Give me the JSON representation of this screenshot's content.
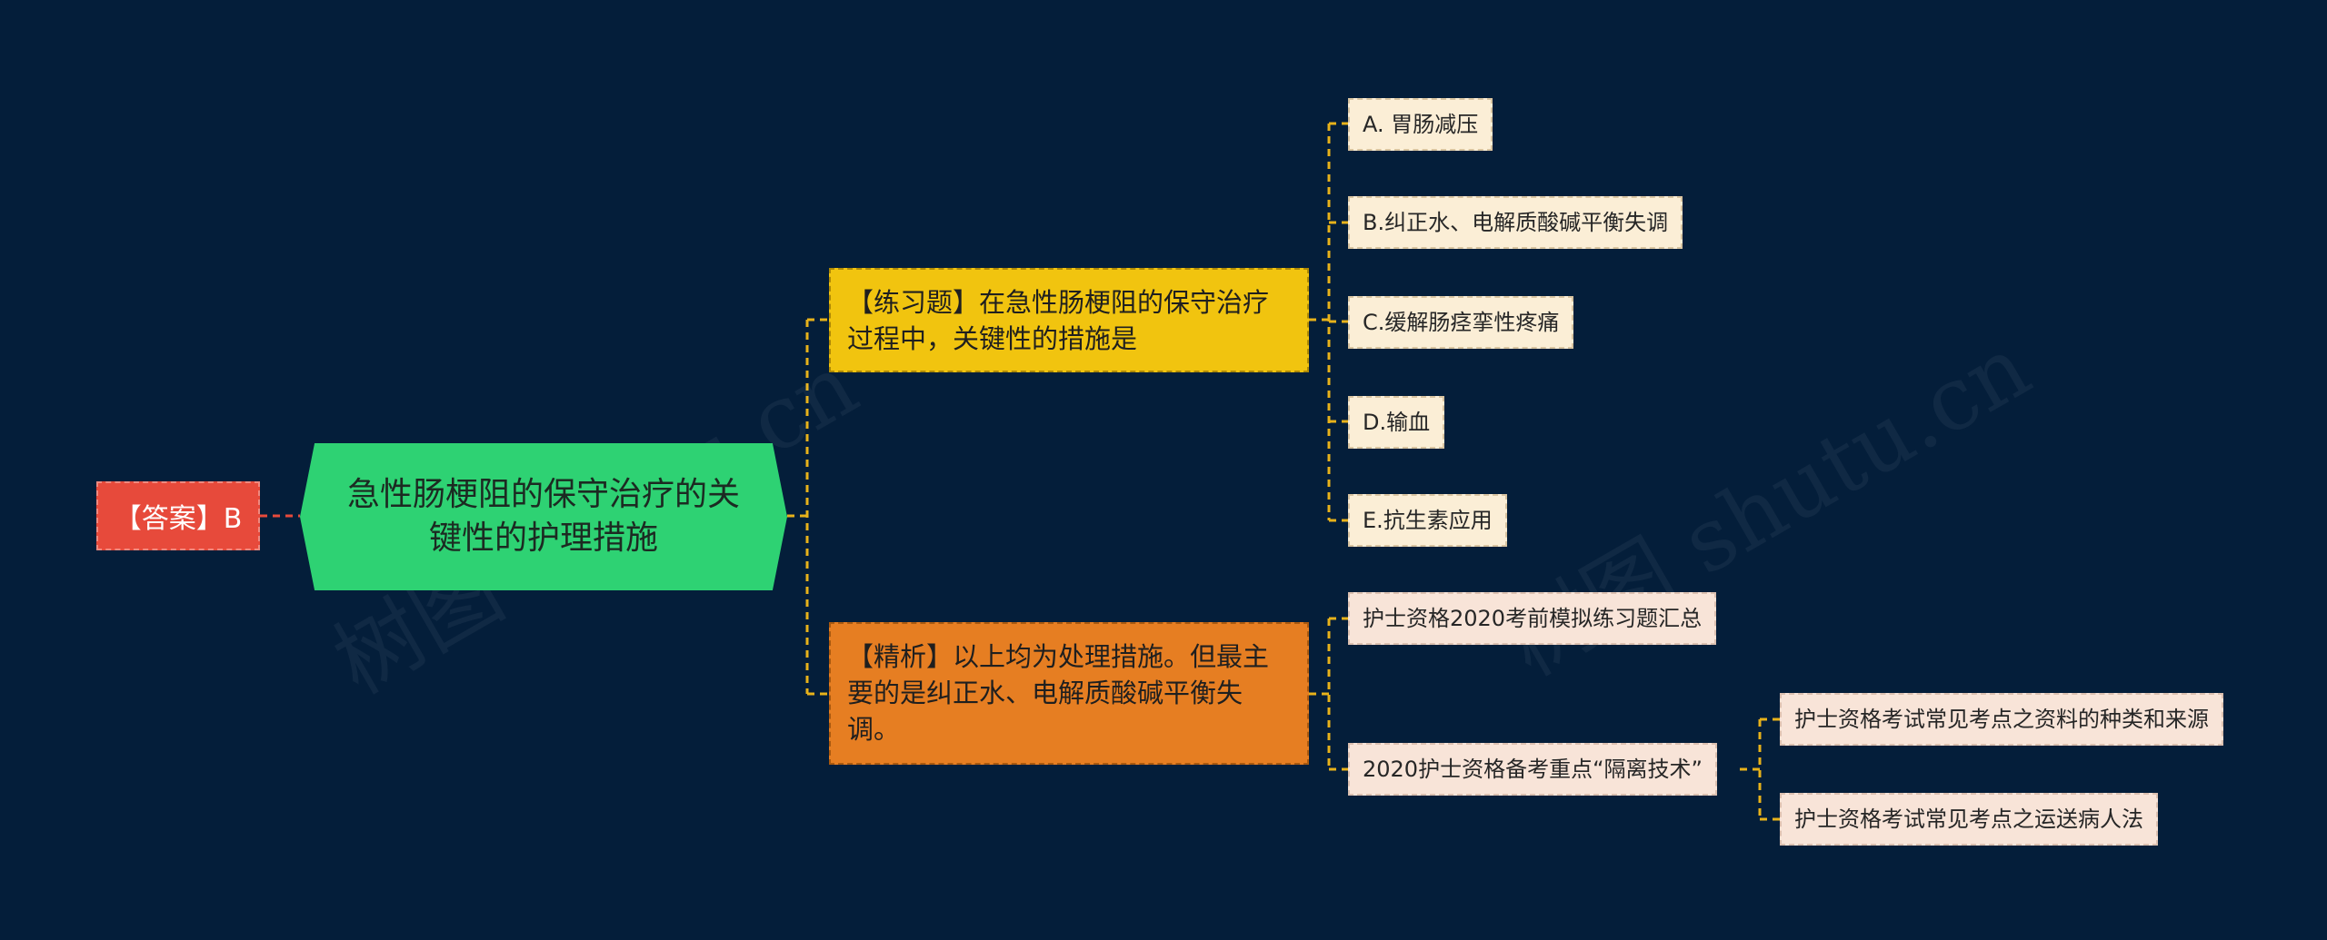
{
  "mindmap": {
    "root": "急性肠梗阻的保守治疗的关键性的护理措施",
    "answer": "【答案】B",
    "question": "【练习题】在急性肠梗阻的保守治疗过程中，关键性的措施是",
    "analysis": "【精析】以上均为处理措施。但最主要的是纠正水、电解质酸碱平衡失调。",
    "options": [
      "A. 胃肠减压",
      "B.纠正水、电解质酸碱平衡失调",
      "C.缓解肠痉挛性疼痛",
      "D.输血",
      "E.抗生素应用"
    ],
    "related": [
      "护士资格2020考前模拟练习题汇总",
      "2020护士资格备考重点“隔离技术”"
    ],
    "related_sub": [
      "护士资格考试常见考点之资料的种类和来源",
      "护士资格考试常见考点之运送病人法"
    ]
  },
  "watermarks": [
    "树图 shutu.cn",
    "树图 shutu.cn"
  ],
  "colors": {
    "background": "#041e3a",
    "root": "#2ed273",
    "answer": "#e74a3b",
    "question": "#f1c40f",
    "analysis": "#e67e22",
    "leaf": "#fbeed6",
    "connector_gold": "#e8b21a",
    "connector_red": "#e74a3b"
  }
}
